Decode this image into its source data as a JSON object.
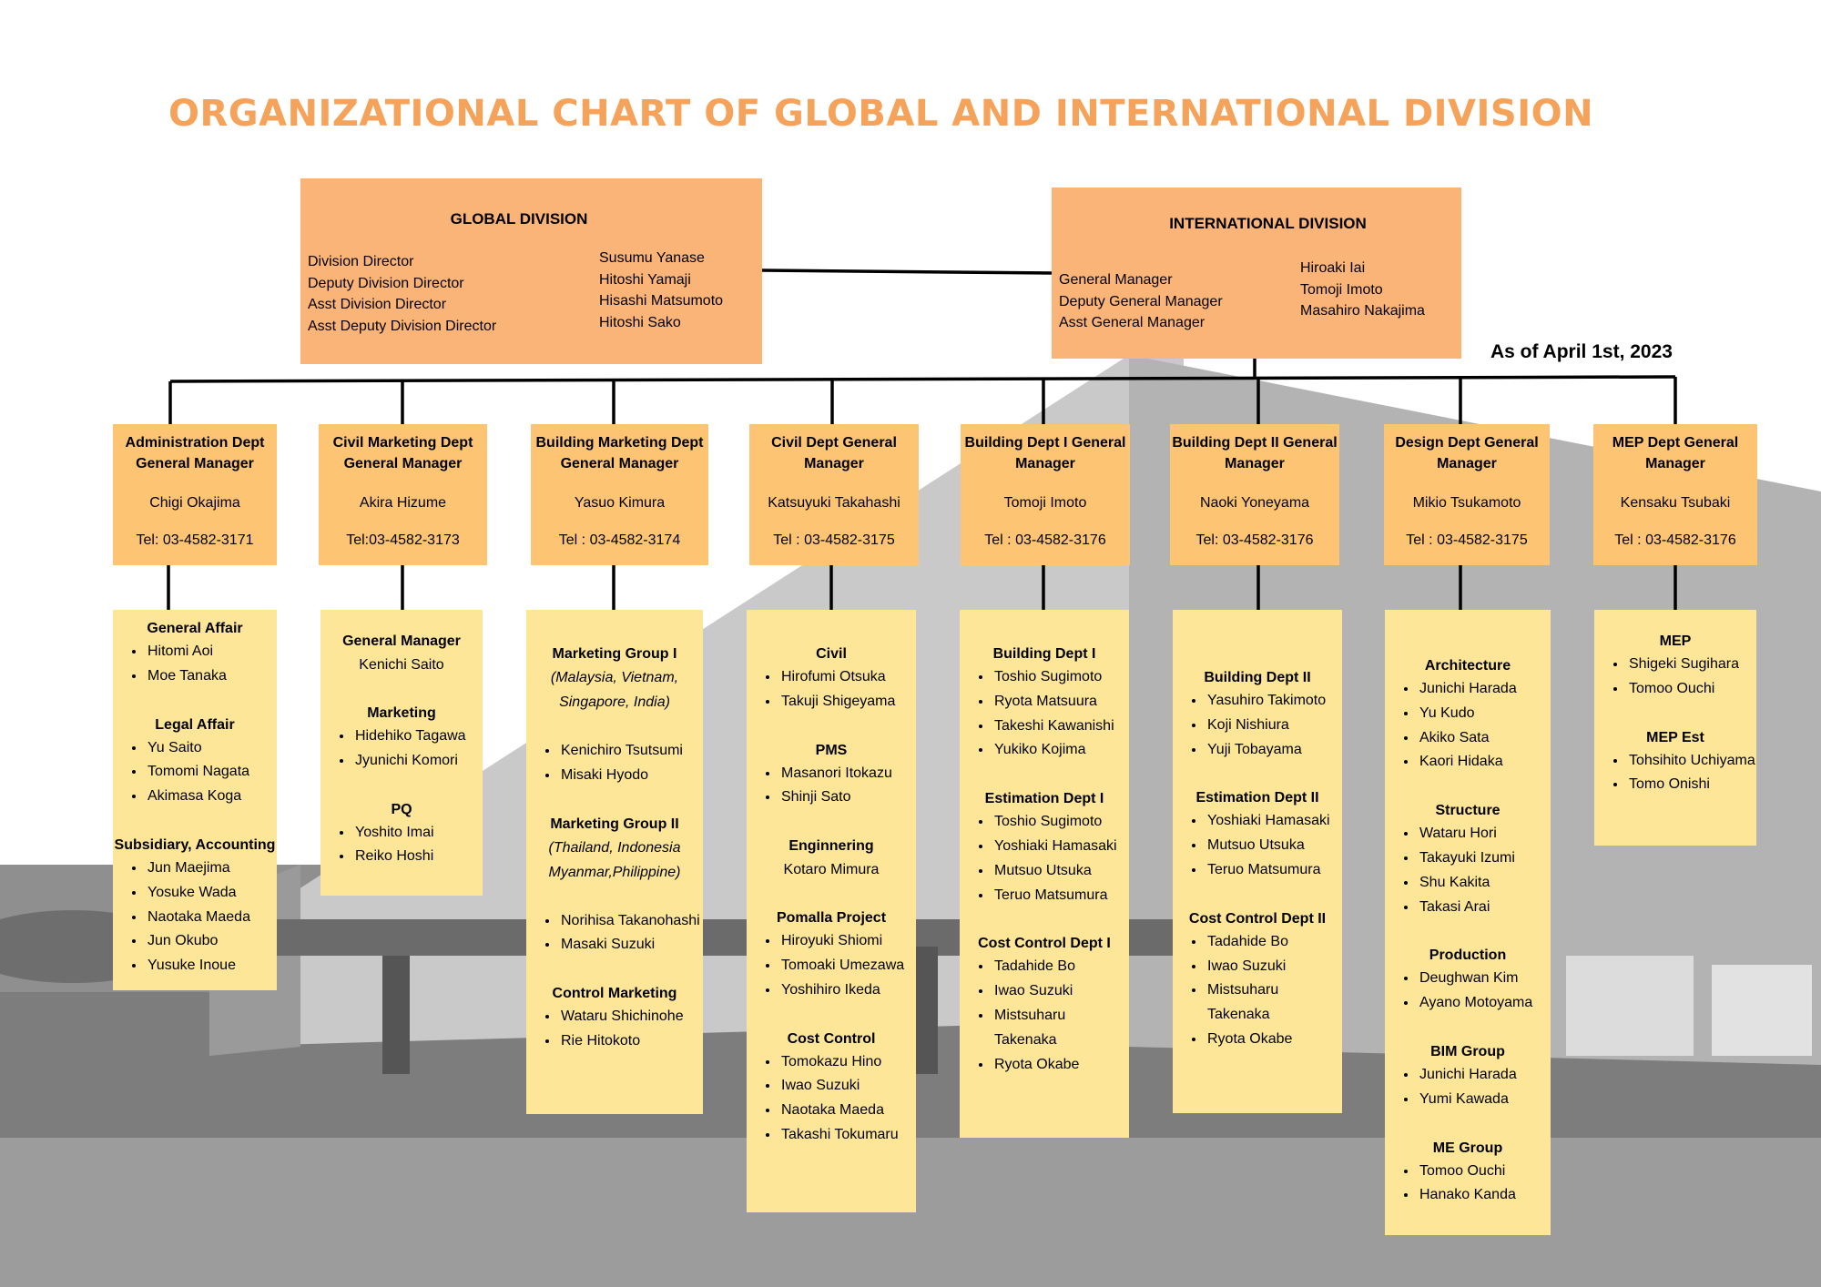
{
  "title": "ORGANIZATIONAL CHART OF GLOBAL AND INTERNATIONAL DIVISION",
  "as_of": "As of April 1st, 2023",
  "colors": {
    "title": "#f5a25a",
    "top_box": "#fbb477",
    "dept_box": "#fdc573",
    "card": "#fde697",
    "line": "#000000"
  },
  "global": {
    "title": "GLOBAL DIVISION",
    "roles": [
      "Division Director",
      "Deputy Division Director",
      "Asst Division Director",
      "Asst Deputy Division Director"
    ],
    "names": [
      "Susumu Yanase",
      "Hitoshi Yamaji",
      "Hisashi Matsumoto",
      "Hitoshi Sako"
    ]
  },
  "international": {
    "title": "INTERNATIONAL DIVISION",
    "roles": [
      "General Manager",
      "Deputy General Manager",
      "Asst General Manager"
    ],
    "names": [
      "Hiroaki Iai",
      "Tomoji Imoto",
      "Masahiro Nakajima"
    ]
  },
  "depts": [
    {
      "title": "Administration Dept General Manager",
      "manager": "Chigi Okajima",
      "tel": "Tel: 03-4582-3171",
      "card": [
        {
          "h": "General Affair"
        },
        {
          "ul": [
            "Hitomi  Aoi",
            "Moe Tanaka"
          ]
        },
        {
          "gap": true
        },
        {
          "h": "Legal Affair"
        },
        {
          "ul": [
            "Yu Saito",
            "Tomomi Nagata",
            "Akimasa Koga"
          ]
        },
        {
          "gap": true
        },
        {
          "h": "Subsidiary, Accounting"
        },
        {
          "ul": [
            "Jun Maejima",
            "Yosuke Wada",
            "Naotaka Maeda",
            "Jun Okubo",
            "Yusuke Inoue"
          ]
        }
      ]
    },
    {
      "title": "Civil Marketing Dept General Manager",
      "manager": "Akira Hizume",
      "tel": "Tel:03-4582-3173",
      "card": [
        {
          "h": "General Manager"
        },
        {
          "p": "Kenichi Saito"
        },
        {
          "gap": true
        },
        {
          "h": "Marketing"
        },
        {
          "ul": [
            "Hidehiko Tagawa",
            "Jyunichi Komori"
          ]
        },
        {
          "gap": true
        },
        {
          "h": "PQ"
        },
        {
          "ul": [
            "Yoshito Imai",
            "Reiko Hoshi"
          ]
        }
      ]
    },
    {
      "title": "Building Marketing Dept General Manager",
      "manager": "Yasuo Kimura",
      "tel": "Tel : 03-4582-3174",
      "card": [
        {
          "h": "Marketing Group I"
        },
        {
          "i": "(Malaysia, Vietnam, Singapore, India)"
        },
        {
          "gap": true
        },
        {
          "ul": [
            "Kenichiro Tsutsumi",
            "Misaki Hyodo"
          ]
        },
        {
          "gap": true
        },
        {
          "h": "Marketing Group II"
        },
        {
          "i": "(Thailand, Indonesia Myanmar,Philippine)"
        },
        {
          "gap": true
        },
        {
          "ul": [
            "Norihisa Takanohashi",
            "Masaki Suzuki"
          ]
        },
        {
          "gap": true
        },
        {
          "h": "Control Marketing"
        },
        {
          "ul": [
            "Wataru Shichinohe",
            "Rie Hitokoto"
          ]
        }
      ]
    },
    {
      "title": "Civil Dept General Manager",
      "manager": "Katsuyuki Takahashi",
      "tel": "Tel : 03-4582-3175",
      "card": [
        {
          "h": "Civil"
        },
        {
          "ul": [
            "Hirofumi Otsuka",
            "Takuji Shigeyama"
          ]
        },
        {
          "gap": true
        },
        {
          "h": "PMS"
        },
        {
          "ul": [
            "Masanori Itokazu",
            "Shinji Sato"
          ]
        },
        {
          "gap": true
        },
        {
          "h": "Enginnering"
        },
        {
          "p": "Kotaro Mimura"
        },
        {
          "gap": true
        },
        {
          "h": "Pomalla Project"
        },
        {
          "ul": [
            "Hiroyuki Shiomi",
            "Tomoaki Umezawa",
            "Yoshihiro Ikeda"
          ]
        },
        {
          "gap": true
        },
        {
          "h": "Cost Control"
        },
        {
          "ul": [
            "Tomokazu Hino",
            "Iwao Suzuki",
            "Naotaka Maeda",
            "Takashi Tokumaru"
          ]
        }
      ]
    },
    {
      "title": "Building Dept I General Manager",
      "manager": "Tomoji Imoto",
      "tel": "Tel : 03-4582-3176",
      "card": [
        {
          "h": "Building Dept I"
        },
        {
          "ul": [
            "Toshio Sugimoto",
            "Ryota Matsuura",
            "Takeshi Kawanishi",
            "Yukiko Kojima"
          ]
        },
        {
          "gap": true
        },
        {
          "h": "Estimation Dept I"
        },
        {
          "ul": [
            "Toshio Sugimoto",
            "Yoshiaki Hamasaki",
            "Mutsuo Utsuka",
            "Teruo Matsumura"
          ]
        },
        {
          "gap": true
        },
        {
          "h": "Cost Control Dept I"
        },
        {
          "ul": [
            "Tadahide Bo",
            "Iwao Suzuki",
            "Mistsuharu Takenaka",
            "Ryota Okabe"
          ]
        }
      ]
    },
    {
      "title": "Building Dept II General Manager",
      "manager": "Naoki Yoneyama",
      "tel": "Tel: 03-4582-3176",
      "card": [
        {
          "h": "Building Dept II"
        },
        {
          "ul": [
            "Yasuhiro Takimoto",
            "Koji Nishiura",
            "Yuji Tobayama"
          ]
        },
        {
          "gap": true
        },
        {
          "h": "Estimation Dept II"
        },
        {
          "ul": [
            "Yoshiaki Hamasaki",
            "Mutsuo Utsuka",
            "Teruo Matsumura"
          ]
        },
        {
          "gap": true
        },
        {
          "h": "Cost Control Dept II"
        },
        {
          "ul": [
            "Tadahide Bo",
            "Iwao Suzuki",
            "Mistsuharu Takenaka",
            "Ryota Okabe"
          ]
        }
      ]
    },
    {
      "title": "Design Dept General Manager",
      "manager": "Mikio Tsukamoto",
      "tel": "Tel : 03-4582-3175",
      "card": [
        {
          "h": "Architecture"
        },
        {
          "ul": [
            "Junichi Harada",
            "Yu Kudo",
            "Akiko Sata",
            "Kaori  Hidaka"
          ]
        },
        {
          "gap": true
        },
        {
          "h": "Structure"
        },
        {
          "ul": [
            "Wataru Hori",
            "Takayuki Izumi",
            "Shu Kakita",
            "Takasi Arai"
          ]
        },
        {
          "gap": true
        },
        {
          "h": "Production"
        },
        {
          "ul": [
            "Deughwan Kim",
            "Ayano Motoyama"
          ]
        },
        {
          "gap": true
        },
        {
          "h": "BIM Group"
        },
        {
          "ul": [
            "Junichi Harada",
            "Yumi Kawada"
          ]
        },
        {
          "gap": true
        },
        {
          "h": "ME Group"
        },
        {
          "ul": [
            "Tomoo Ouchi",
            "Hanako Kanda"
          ]
        }
      ]
    },
    {
      "title": "MEP Dept General Manager",
      "manager": "Kensaku Tsubaki",
      "tel": "Tel : 03-4582-3176",
      "card": [
        {
          "h": "MEP"
        },
        {
          "ul": [
            "Shigeki Sugihara",
            "Tomoo Ouchi"
          ]
        },
        {
          "gap": true
        },
        {
          "h": "MEP Est"
        },
        {
          "ul": [
            "Tohsihito Uchiyama",
            "Tomo Onishi"
          ]
        }
      ]
    }
  ]
}
